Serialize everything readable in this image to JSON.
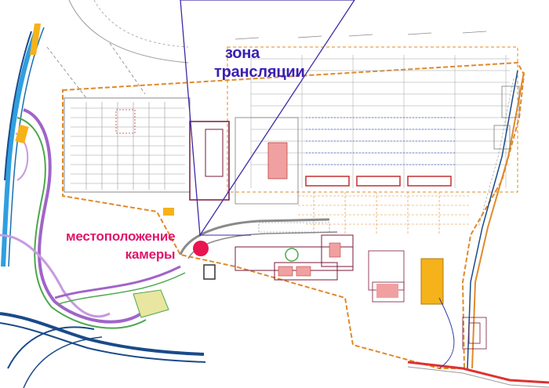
{
  "labels": {
    "zone_line1": "зона",
    "zone_line2": "трансляции",
    "camera_line1": "местоположение",
    "camera_line2": "камеры"
  },
  "colors": {
    "zone_text": "#3a1fb3",
    "camera_text": "#e0156b",
    "camera_marker": "#e8154f",
    "view_cone": "#3b2aa8",
    "building_outline": "#7a1a3a",
    "road_blue": "#2f9fe0",
    "road_purple": "#a064c8",
    "road_green": "#4aa84a",
    "orange_outline": "#e08a2a",
    "parking_grey": "#8a8a8a",
    "rail": "#1a4a8a",
    "yellow_block": "#f5b21a",
    "pink_block": "#f0a0a0"
  },
  "legend": {
    "camera_marker_icon": "camera-location-dot"
  }
}
